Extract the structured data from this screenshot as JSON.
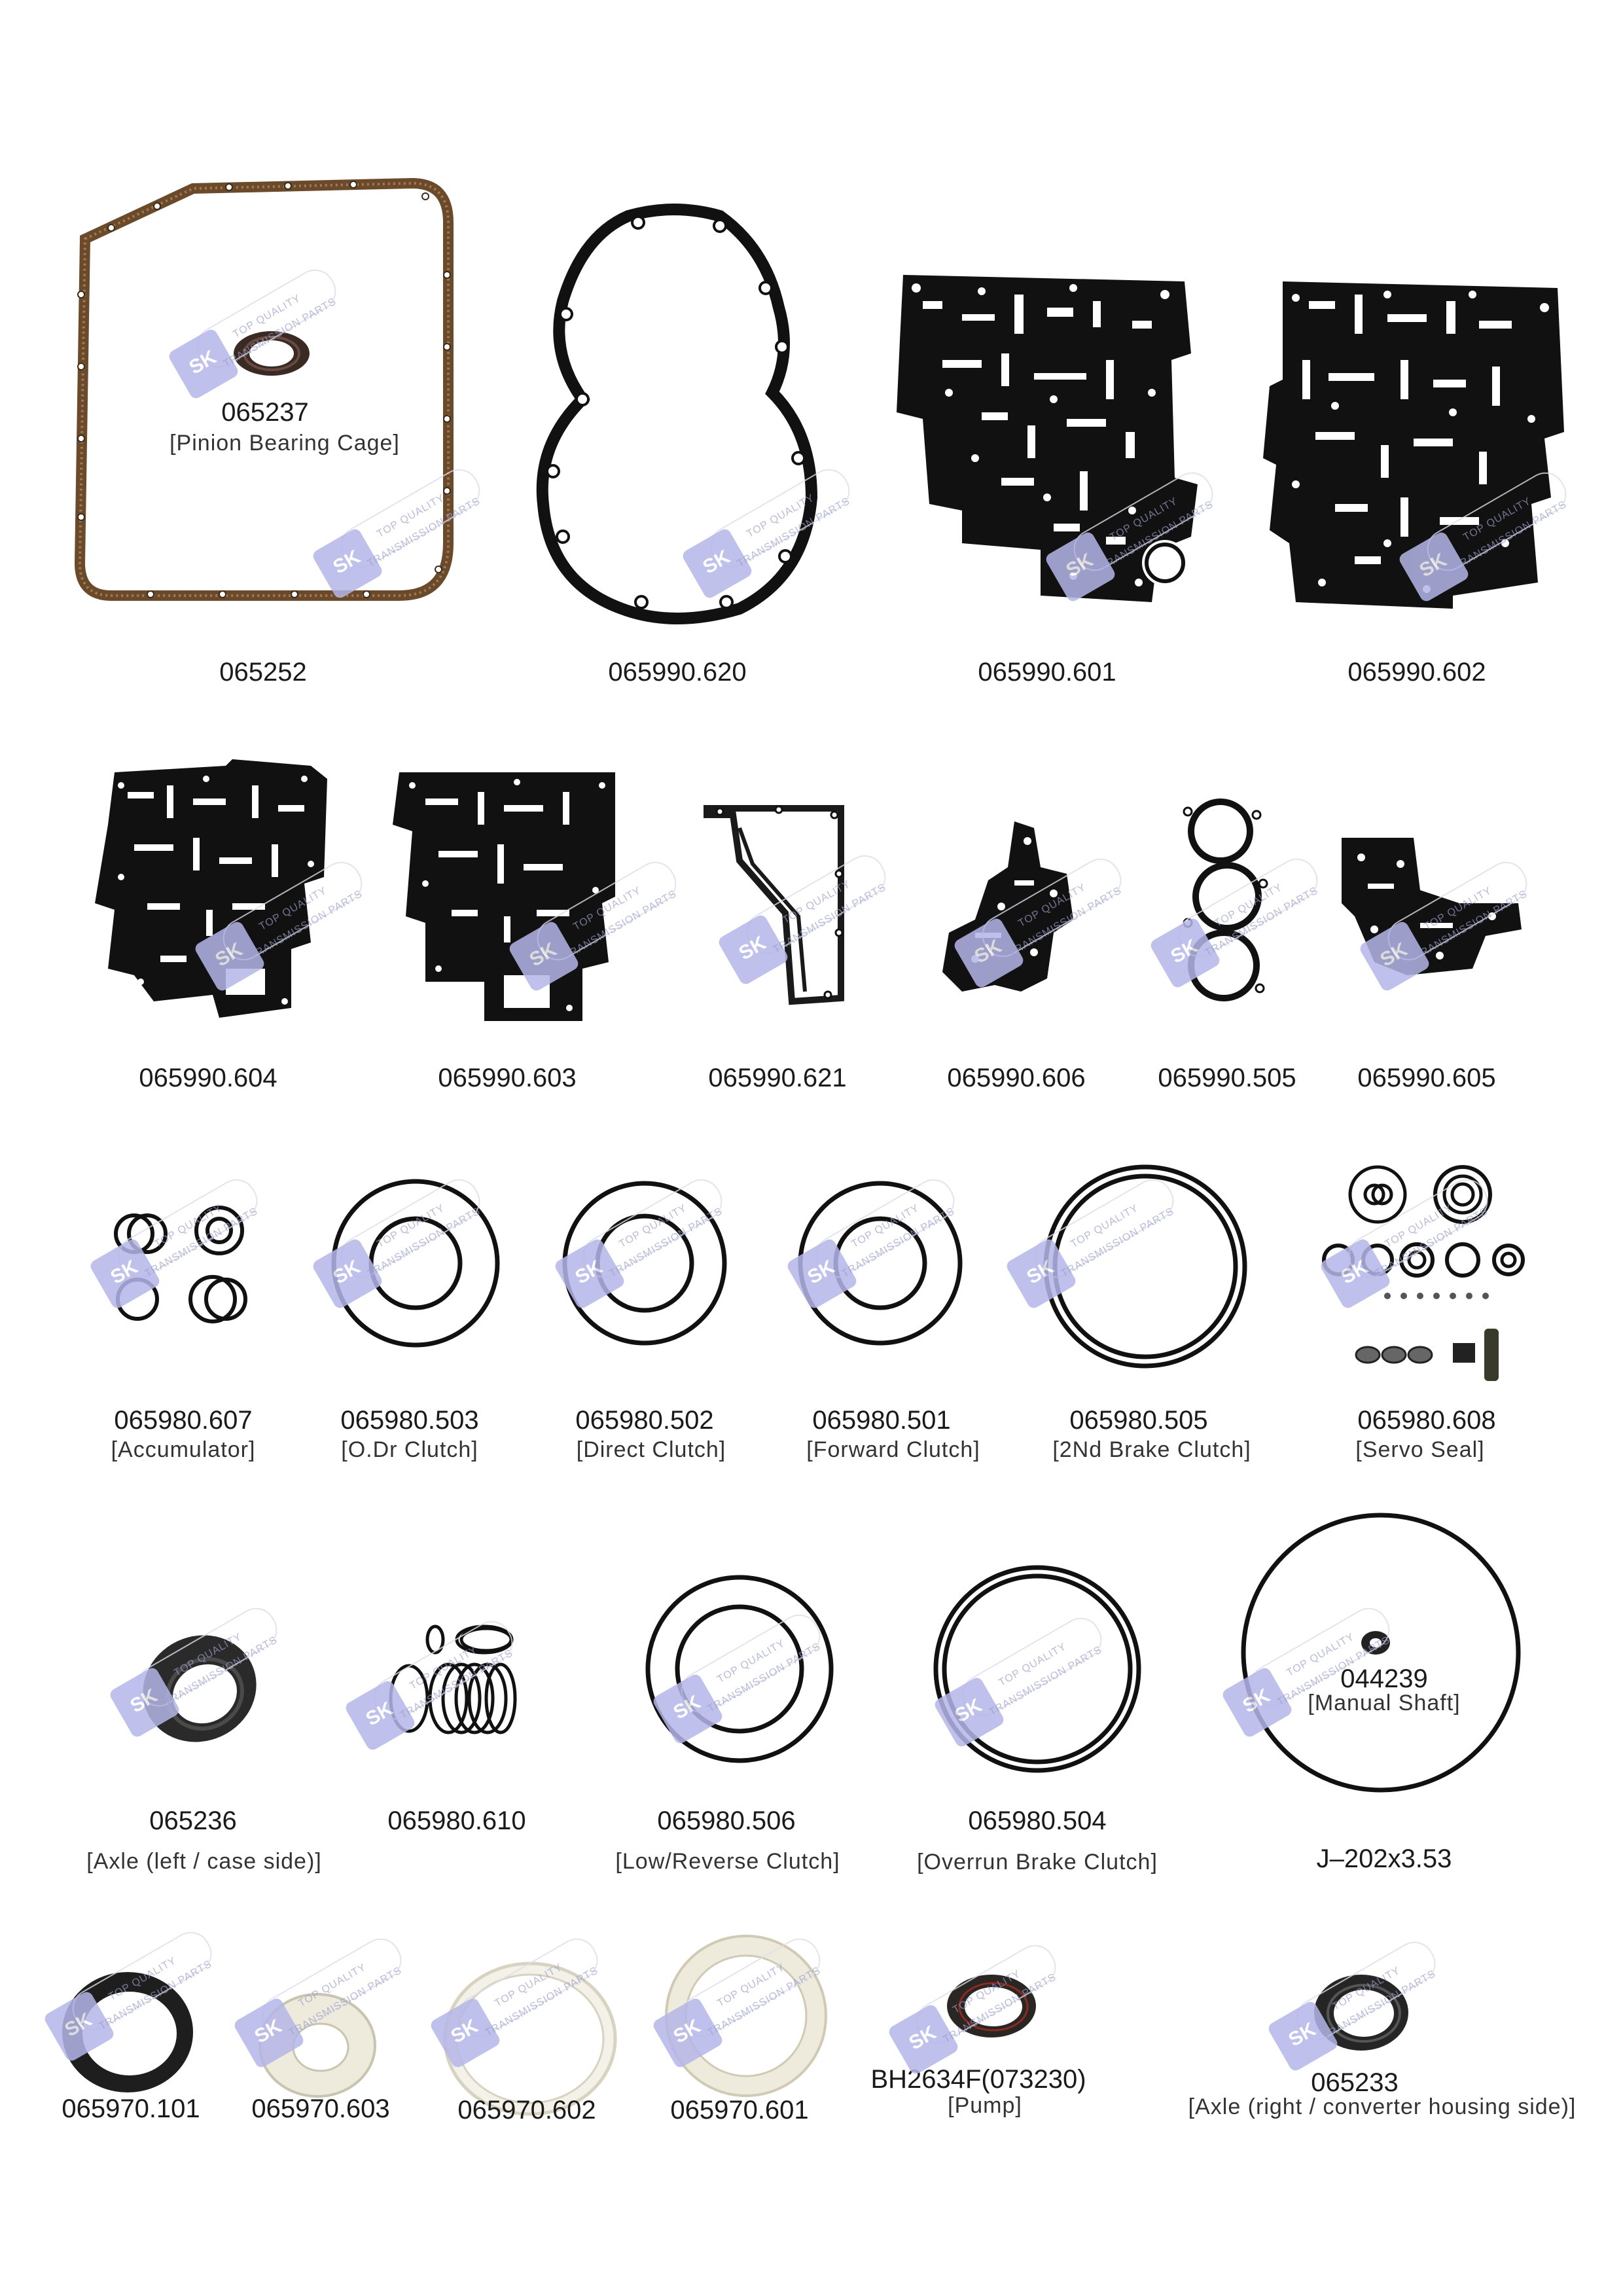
{
  "watermark": {
    "logo_text": "SK",
    "line1": "TOP QUALITY",
    "line2": "TRANSMISSION PARTS"
  },
  "parts": {
    "p065252": {
      "code": "065252"
    },
    "p065237": {
      "code": "065237",
      "desc": "[Pinion Bearing Cage]"
    },
    "p620": {
      "code": "065990.620"
    },
    "p601": {
      "code": "065990.601"
    },
    "p602": {
      "code": "065990.602"
    },
    "p604": {
      "code": "065990.604"
    },
    "p603": {
      "code": "065990.603"
    },
    "p621": {
      "code": "065990.621"
    },
    "p606": {
      "code": "065990.606"
    },
    "p505g": {
      "code": "065990.505"
    },
    "p605": {
      "code": "065990.605"
    },
    "p607": {
      "code": "065980.607",
      "desc": "[Accumulator]"
    },
    "p503": {
      "code": "065980.503",
      "desc": "[O.Dr Clutch]"
    },
    "p502": {
      "code": "065980.502",
      "desc": "[Direct Clutch]"
    },
    "p501": {
      "code": "065980.501",
      "desc": "[Forward Clutch]"
    },
    "p505": {
      "code": "065980.505",
      "desc": "[2Nd Brake Clutch]"
    },
    "p608": {
      "code": "065980.608",
      "desc": "[Servo Seal]"
    },
    "p065236": {
      "code": "065236",
      "desc": "[Axle (left / case side)]"
    },
    "p610": {
      "code": "065980.610"
    },
    "p506": {
      "code": "065980.506",
      "desc": "[Low/Reverse Clutch]"
    },
    "p504": {
      "code": "065980.504",
      "desc": "[Overrun Brake Clutch]"
    },
    "pJ202": {
      "code": "J–202x3.53"
    },
    "p044239": {
      "code": "044239",
      "desc": "[Manual Shaft]"
    },
    "p101": {
      "code": "065970.101"
    },
    "p603w": {
      "code": "065970.603"
    },
    "p602w": {
      "code": "065970.602"
    },
    "p601w": {
      "code": "065970.601"
    },
    "pBH": {
      "code": "BH2634F(073230)",
      "desc": "[Pump]"
    },
    "p065233": {
      "code": "065233",
      "desc": "[Axle (right / converter housing side)]"
    }
  },
  "colors": {
    "gasket": "#111111",
    "cork": "#6b4a2c",
    "rubber": "#2a2a2a",
    "teflon": "#e8e6dc",
    "watermark": "#b5b6e8"
  }
}
